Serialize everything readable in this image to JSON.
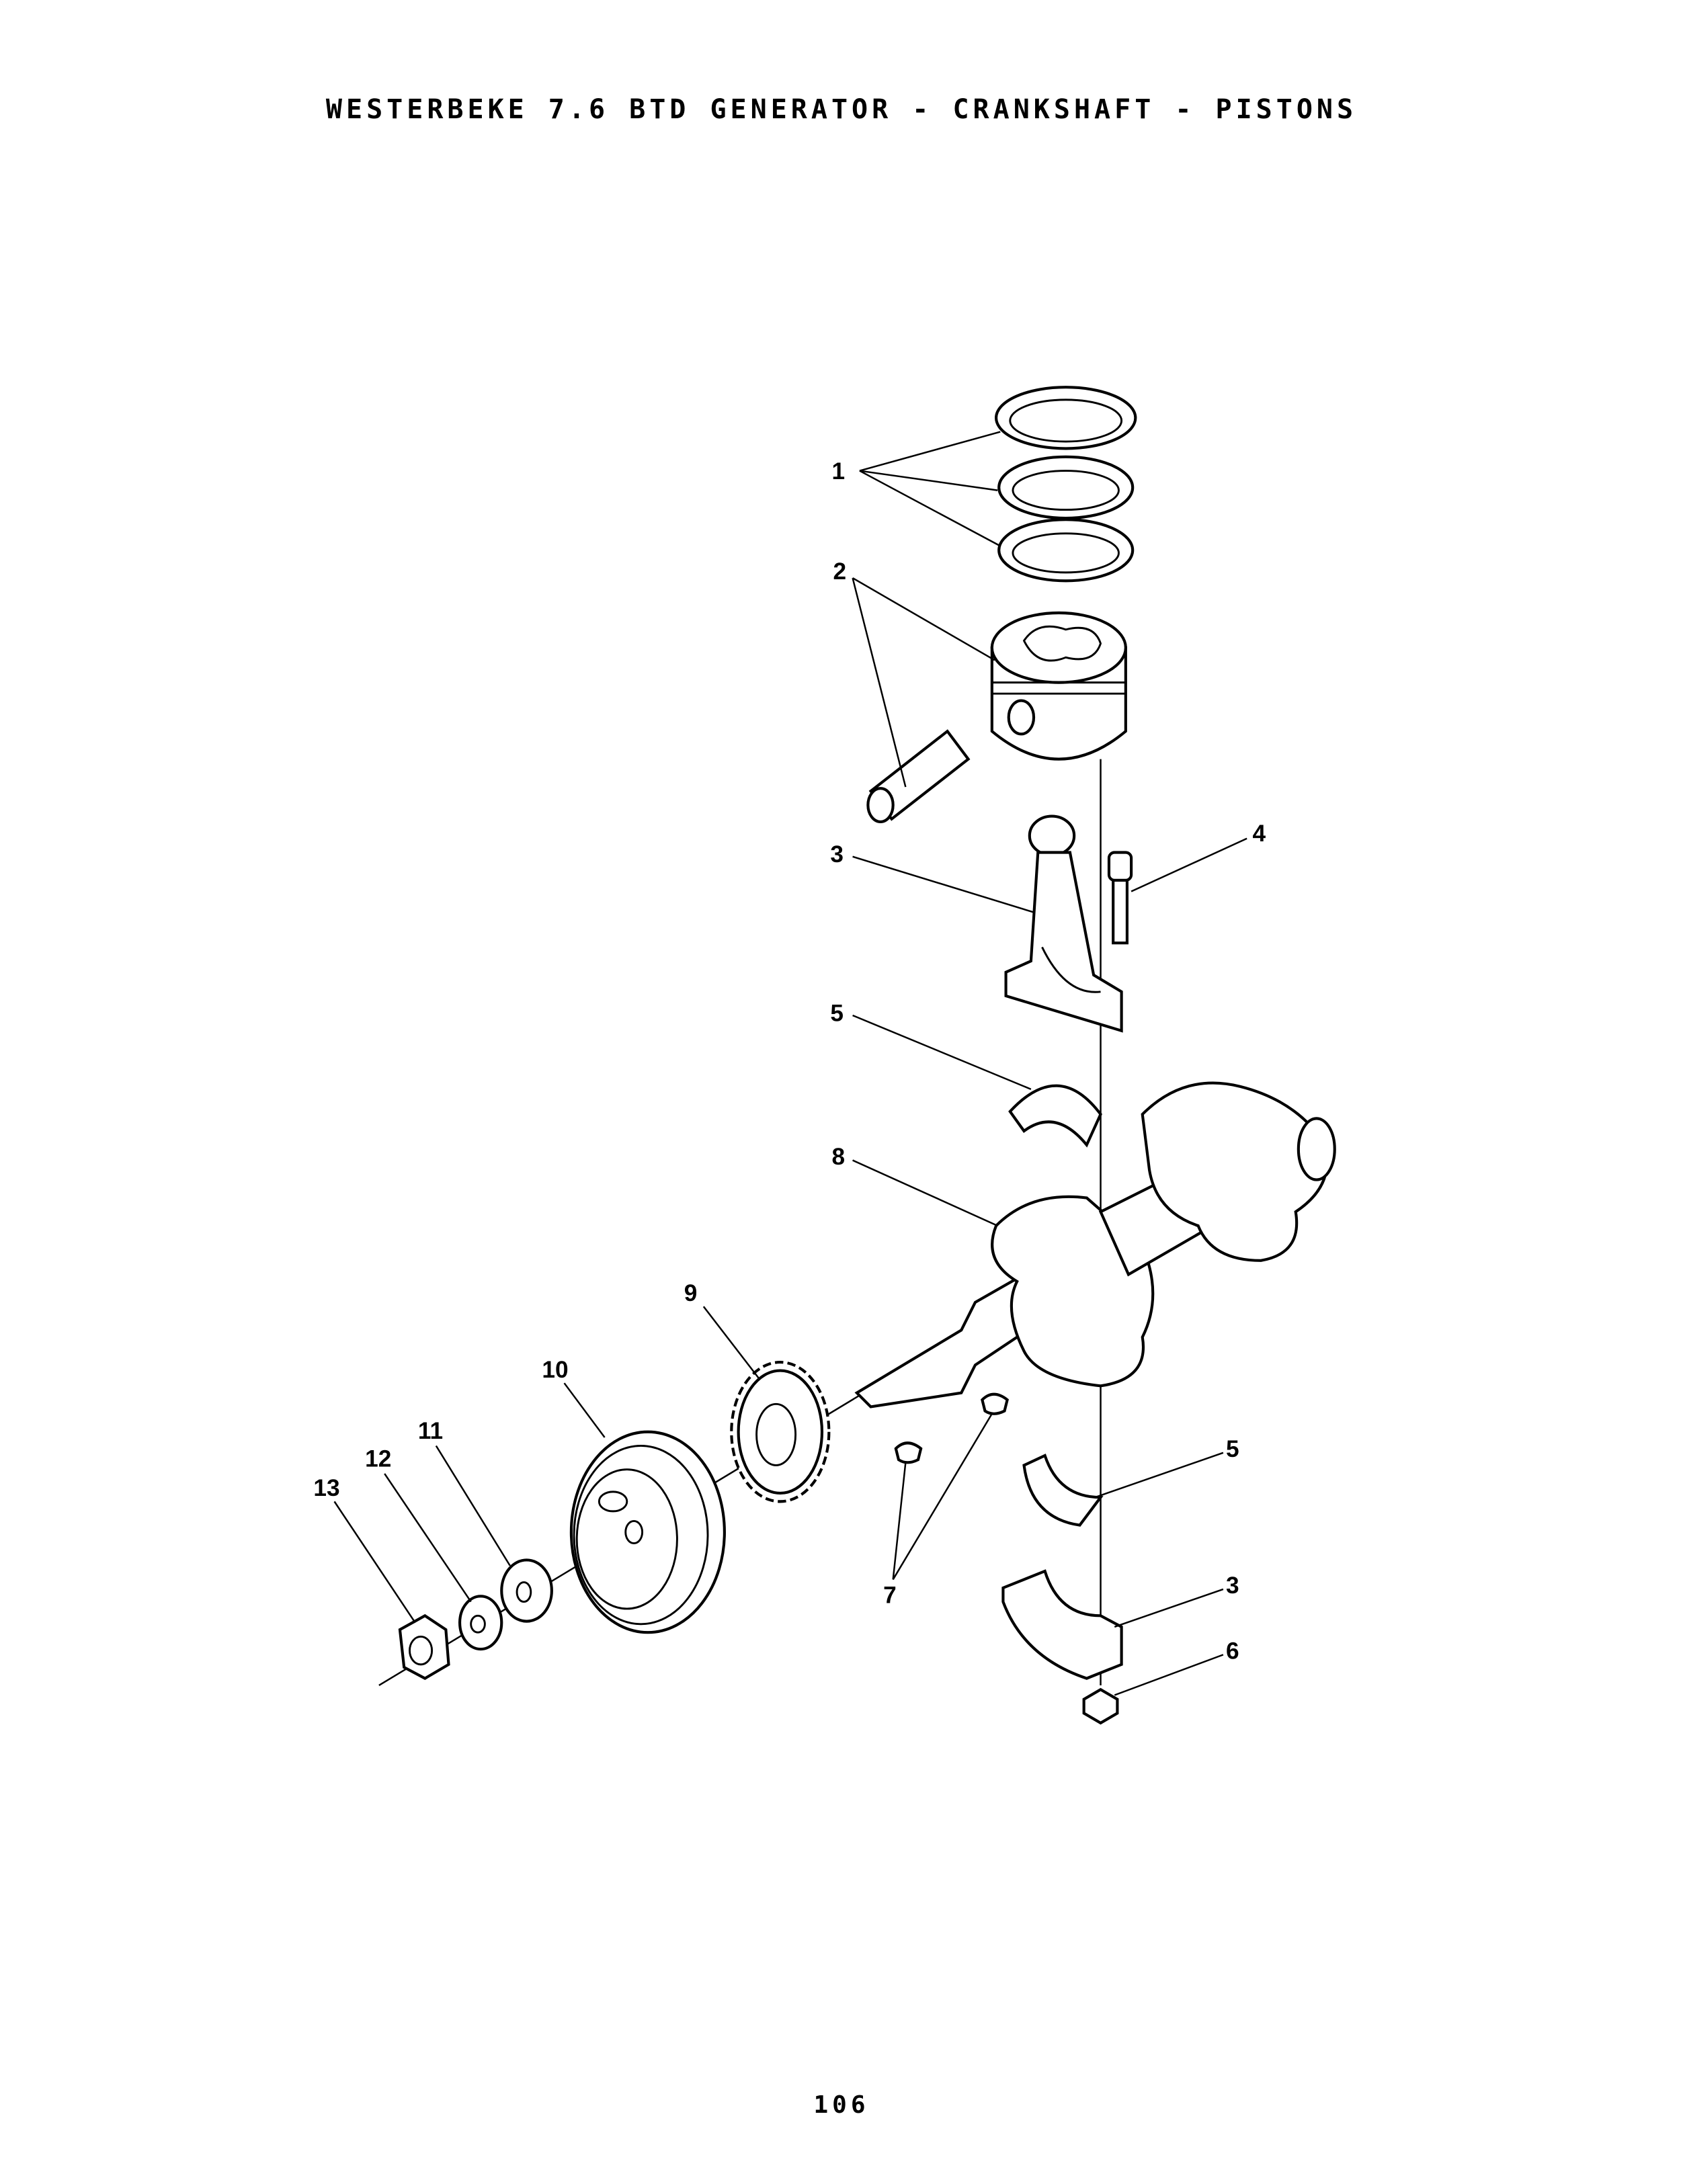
{
  "title": "WESTERBEKE 7.6 BTD GENERATOR - CRANKSHAFT - PISTONS",
  "page_number": "106",
  "callouts": {
    "c1": "1",
    "c2": "2",
    "c3a": "3",
    "c4": "4",
    "c5a": "5",
    "c8": "8",
    "c9": "9",
    "c10": "10",
    "c11": "11",
    "c12": "12",
    "c13": "13",
    "c5b": "5",
    "c3b": "3",
    "c6": "6",
    "c7": "7"
  }
}
